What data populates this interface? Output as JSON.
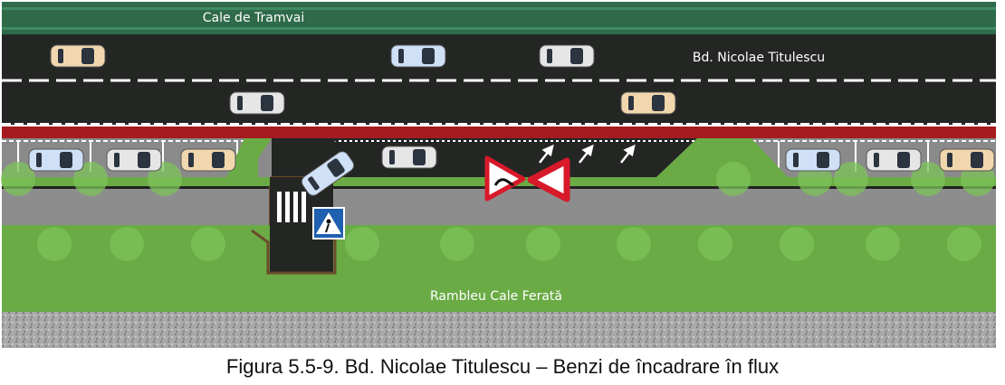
{
  "labels": {
    "tram": "Cale de Tramvai",
    "boulevard": "Bd. Nicolae Titulescu",
    "railway": "Rambleu Cale Ferată"
  },
  "caption": "Figura 5.5-9. Bd. Nicolae Titulescu – Benzi de încadrare în flux",
  "colors": {
    "tram": "#2f6a4a",
    "asphalt": "#242624",
    "bike_lane": "#a51b1f",
    "grass": "#6aab45",
    "sidewalk": "#8d8d8d",
    "sign_red": "#d7192a"
  },
  "cars": [
    {
      "color": "#f1d7ad"
    },
    {
      "color": "#cfe0f7"
    },
    {
      "color": "#e6e6e6"
    },
    {
      "color": "#e6e6e6"
    },
    {
      "color": "#f1d7ad"
    },
    {
      "color": "#cfe0f7"
    },
    {
      "color": "#e6e6e6"
    },
    {
      "color": "#f1d7ad"
    },
    {
      "color": "#e6e6e6"
    },
    {
      "color": "#cfe0f7"
    },
    {
      "color": "#cfe0f7"
    },
    {
      "color": "#e6e6e6"
    },
    {
      "color": "#f1d7ad"
    }
  ]
}
